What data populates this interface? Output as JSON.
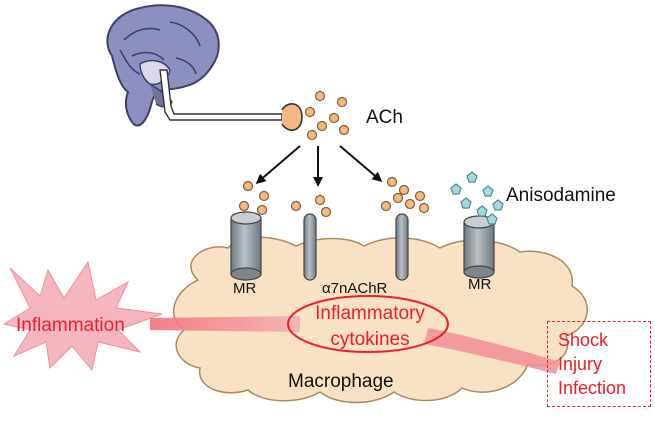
{
  "labels": {
    "ach": "ACh",
    "anisodamine": "Anisodamine",
    "mr_left": "MR",
    "alpha7": "α7nAChR",
    "mr_right": "MR",
    "macrophage": "Macrophage",
    "inflammation": "Inflammation",
    "cytokines_line1": "Inflammatory",
    "cytokines_line2": "cytokines"
  },
  "conditions": [
    "Shock",
    "Injury",
    "Infection"
  ],
  "icons": [
    "brain-icon",
    "vagus-nerve-icon",
    "ach-molecule-icon",
    "anisodamine-molecule-icon",
    "receptor-icon",
    "inflammation-burst-icon"
  ],
  "colors": {
    "cell_fill": "#f9e1c3",
    "receptor_fill": "#9aa4ad",
    "ach_dot": "#f2b984",
    "anisodamine_dot": "#a5dbe0",
    "burst": "#f6b6be",
    "signal_red": "#e8202a",
    "brain": "#8d8fc0"
  }
}
